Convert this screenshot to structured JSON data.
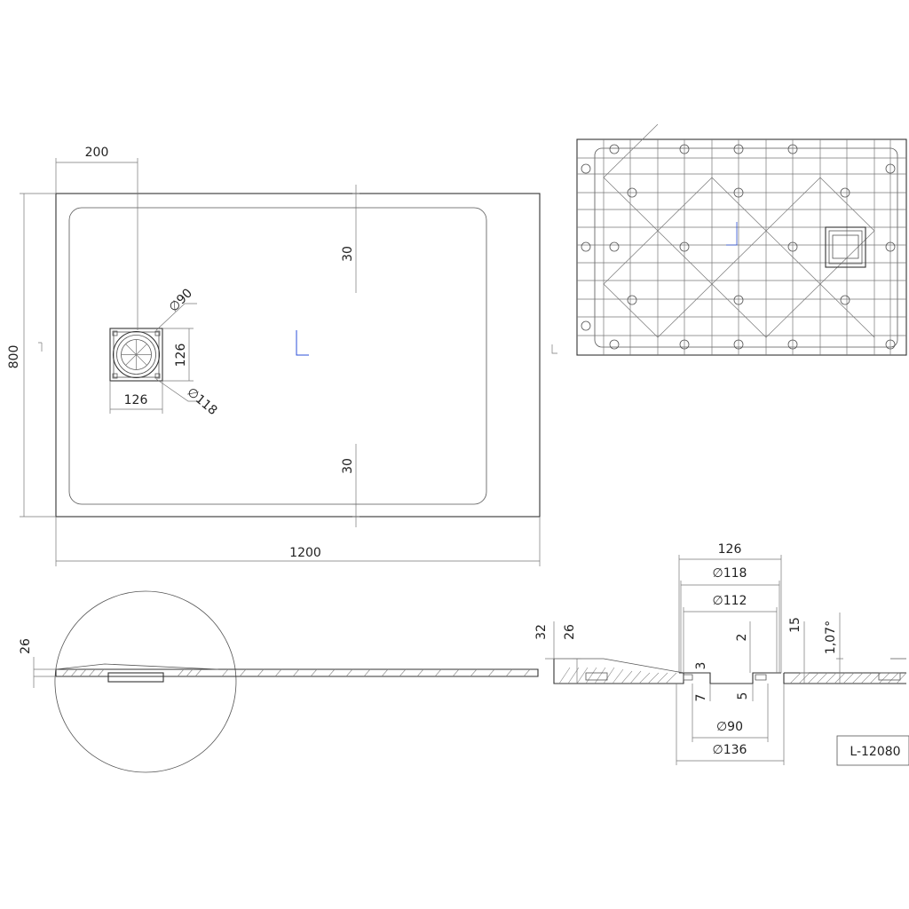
{
  "top_view": {
    "dim_width_offset": "200",
    "dim_edge_top": "30",
    "dim_edge_bottom": "30",
    "dim_height": "800",
    "dim_length": "1200",
    "dim_drain_outer_dia": "∅90",
    "dim_drain_inner_dia": "∅118",
    "dim_drain_h": "126",
    "dim_drain_w": "126"
  },
  "side_view": {
    "dim_thickness": "26"
  },
  "section_detail": {
    "dim_126": "126",
    "dim_118": "∅118",
    "dim_112": "∅112",
    "dim_32": "32",
    "dim_26": "26",
    "dim_15": "15",
    "dim_slope": "1,07°",
    "dim_2": "2",
    "dim_3": "3",
    "dim_7": "7",
    "dim_5": "5",
    "dim_90": "∅90",
    "dim_136": "∅136"
  },
  "title_block": {
    "code": "L-12080"
  },
  "style": {
    "line_color": "#333333",
    "accent_color": "#2b4fd8"
  }
}
